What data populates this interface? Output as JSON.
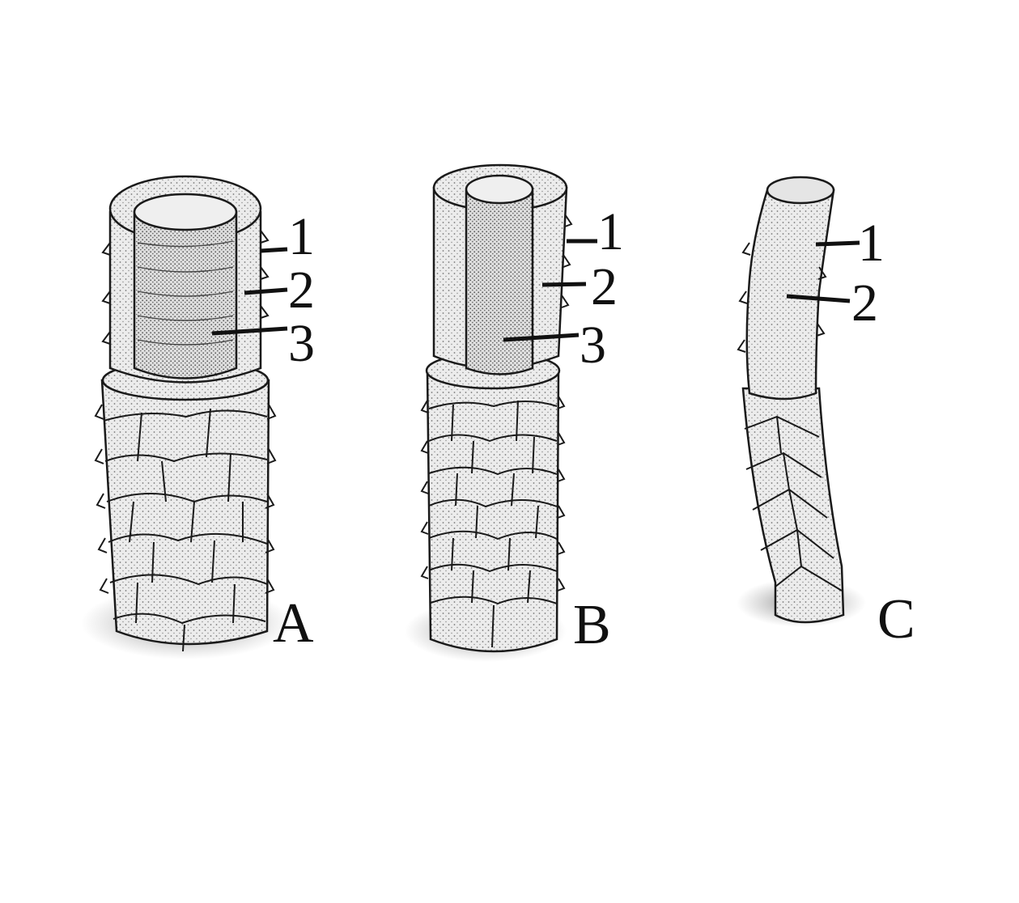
{
  "figures": [
    {
      "id": "A",
      "letter": "A",
      "callouts": [
        "1",
        "2",
        "3"
      ]
    },
    {
      "id": "B",
      "letter": "B",
      "callouts": [
        "1",
        "2",
        "3"
      ]
    },
    {
      "id": "C",
      "letter": "C",
      "callouts": [
        "1",
        "2"
      ]
    }
  ],
  "colors": {
    "ink": "#1a1a1a",
    "fill": "#ebebeb",
    "stipple": "#6a6a6a"
  }
}
